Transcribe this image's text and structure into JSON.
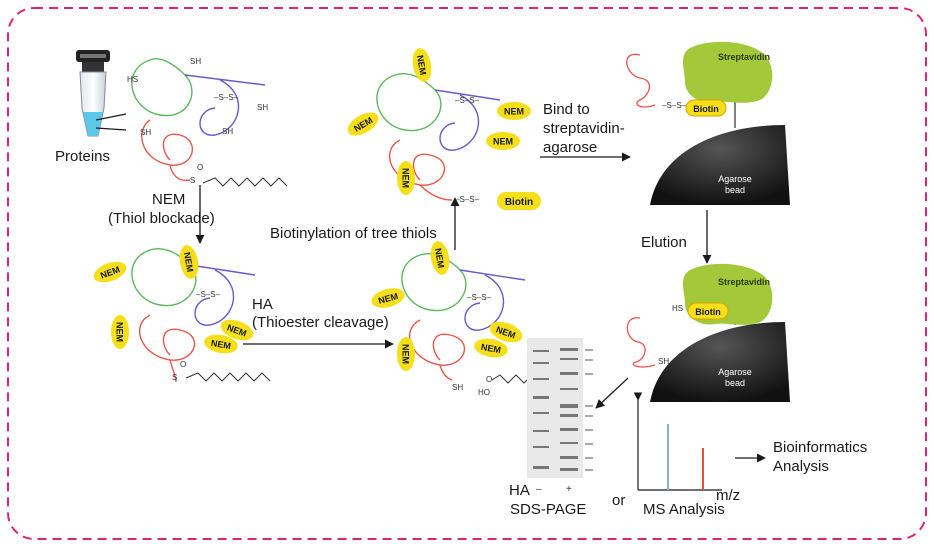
{
  "labels": {
    "proteins": "Proteins",
    "nem_step": "NEM",
    "thiol_blockade": "(Thiol blockade)",
    "ha_step": "HA",
    "thioester_cleavage": "(Thioester cleavage)",
    "biotinylation": "Biotinylation of tree thiols",
    "bind_to": "Bind to",
    "streptavidin_dash": "streptavidin-",
    "agarose": "agarose",
    "elution": "Elution",
    "ha_gel": "HA",
    "sds_page": "SDS-PAGE",
    "or": "or",
    "ms_analysis": "MS Analysis",
    "mz": "m/z",
    "bioinformatics": "Bioinformatics",
    "analysis": "Analysis"
  },
  "tags": {
    "nem": "NEM",
    "biotin": "Biotin",
    "streptavidin": "Streptavidin",
    "agarose_bead_1": "Agarose",
    "agarose_bead_2": "bead",
    "sh": "SH",
    "hs": "HS",
    "ss": "S–S",
    "s": "S",
    "o": "O",
    "ho": "HO",
    "gel_minus": "–",
    "gel_plus": "+"
  },
  "colors": {
    "border": "#e0237a",
    "nem_fill": "#f5df1a",
    "streptavidin": "#a3c93a",
    "bead": "#2a2a2a",
    "chain_green": "#5cb85c",
    "chain_purple": "#6a5acd",
    "chain_red": "#e8574a",
    "spectrum_blue": "#7fb3d5",
    "spectrum_red": "#e74c3c"
  }
}
